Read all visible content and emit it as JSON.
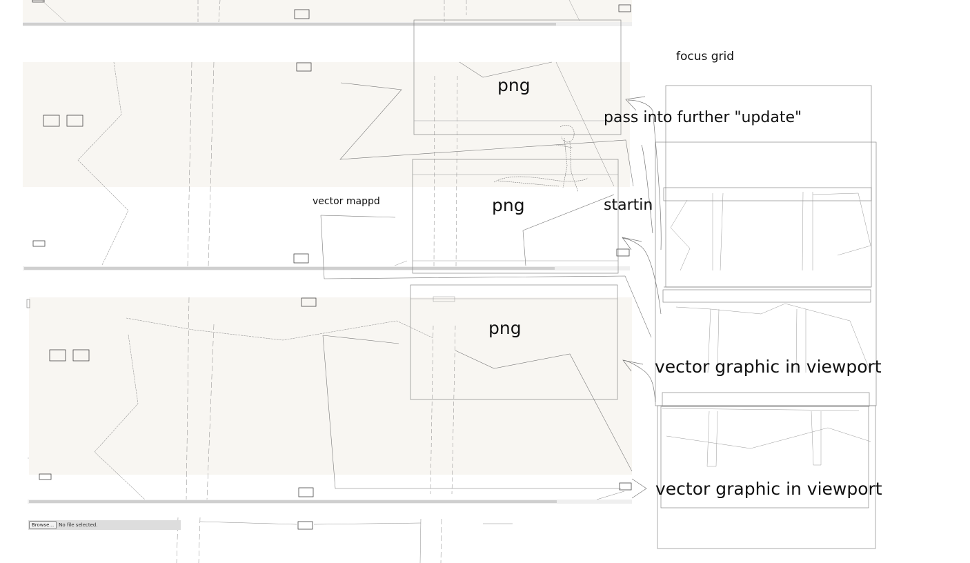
{
  "colors": {
    "panel_fill": "#f8f6f2",
    "scrollbar_track": "#efefef",
    "scrollbar_thumb": "#cfcfcf",
    "stroke": "#777777",
    "text": "#111111"
  },
  "labels": {
    "focus_grid": "focus grid",
    "pass_into": "pass into further \"update\"",
    "png_1": "png",
    "png_2": "png",
    "png_3": "png",
    "vector_mappd": "vector mappd",
    "startin": "startin",
    "vector_graphic_1": "vector graphic in viewport",
    "vector_graphic_2": "vector graphic in viewport"
  },
  "file_input": {
    "button_label": "Browse...",
    "status": "No file selected."
  }
}
